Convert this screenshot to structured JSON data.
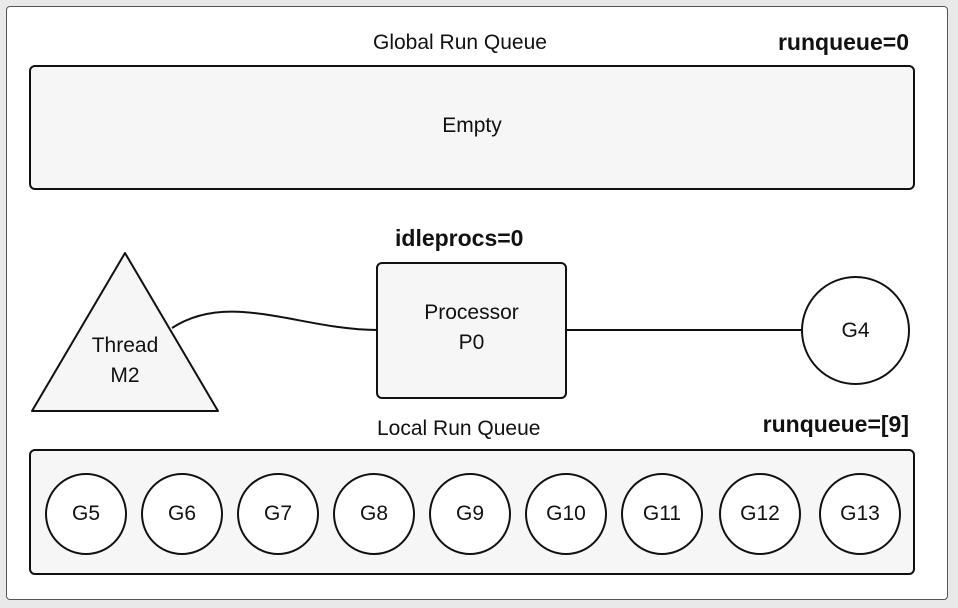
{
  "global_queue": {
    "title": "Global Run Queue",
    "counter": "runqueue=0",
    "content": "Empty"
  },
  "scheduler": {
    "idleprocs": "idleprocs=0",
    "thread": {
      "line1": "Thread",
      "line2": "M2"
    },
    "processor": {
      "line1": "Processor",
      "line2": "P0"
    },
    "running_goroutine": "G4"
  },
  "local_queue": {
    "title": "Local Run Queue",
    "counter": "runqueue=[9]",
    "goroutines": [
      "G5",
      "G6",
      "G7",
      "G8",
      "G9",
      "G10",
      "G11",
      "G12",
      "G13"
    ]
  }
}
